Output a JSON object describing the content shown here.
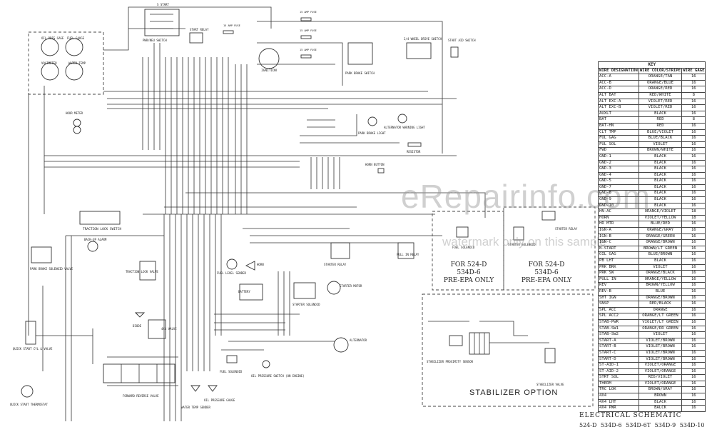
{
  "labels": {
    "start_wire": "S START",
    "fuel_gauge": "FUEL GAUGE",
    "oil_pressure": "OIL PRES GAGE",
    "volt_meter": "VOLTMETER",
    "water_temp": "WATER TEMP",
    "hour_meter": "HOUR METER",
    "start_relay": "START RELAY",
    "pwr_switch": "PWR/NEU SWITCH",
    "fuse_15a_1": "15 AMP FUSE",
    "fuse_15a_2": "15 AMP FUSE",
    "fuse_15a_3": "15 AMP FUSE",
    "fuse_15a_4": "15 AMP FUSE",
    "ignition": "IGNITION",
    "park_brake_switch": "PARK BRAKE SWITCH",
    "four_wd_switch": "2/4 WHEEL DRIVE SWITCH",
    "start_aid_switch": "START AID SWITCH",
    "park_brake_light": "PARK BRAKE LIGHT",
    "alt_warning": "ALTERNATOR WARNING LIGHT",
    "resistor": "RESISTOR",
    "horn_button": "HORN BUTTON",
    "traction_lock_switch": "TRACTION LOCK SWITCH",
    "park_brake_valve": "PARK BRAKE SOLENOID VALVE",
    "backup_alarm": "BACK-UP ALARM",
    "traction_lock_valve": "TRACTION LOCK VALVE",
    "fuel_level": "FUEL LEVEL SENDER",
    "horn": "HORN",
    "starter_relay": "STARTER RELAY",
    "pull_in_relay": "PULL IN RELAY",
    "battery": "BATTERY",
    "starter_solenoid": "STARTER SOLENOID",
    "starter_motor": "STARTER MOTOR",
    "alternator": "ALTERNATOR",
    "fuel_solenoid": "FUEL SOLENOID",
    "oil_pressure_switch": "OIL PRESSURE SWITCH (ON ENGINE)",
    "water_temp_sender": "WATER TEMP SENDER",
    "oil_pressure_gauge": "OIL PRESSURE GAUGE",
    "forward_reverse_valve": "FORWARD REVERSE VALVE",
    "quick_start_valve": "QUICK START CYL & VALVE",
    "quick_start_thermostat": "QUICK START THERMOSTAT",
    "four_wd_valve": "4X4 VALVE",
    "diode": "DIODE",
    "stabilizer_sensor": "STABILIZER PROXIMITY SENSOR",
    "stabilizer_valve": "STABILIZER VALVE",
    "fuel_solenoid_epa": "FUEL SOLENOID",
    "starter_solenoid_epa": "STARTER SOLENOID",
    "starter_relay_epa": "STARTER RELAY"
  },
  "options": {
    "epa1": [
      "FOR 524-D",
      "534D-6",
      "PRE-EPA ONLY"
    ],
    "epa2": [
      "FOR 524-D",
      "534D-6",
      "PRE-EPA ONLY"
    ],
    "stabilizer": "STABILIZER OPTION"
  },
  "watermark": {
    "main": "eRepairinfo.com",
    "sub": "watermark only on this sample"
  },
  "title": "ELECTRICAL SCHEMATIC",
  "models": "524-D 534D-6 534D-6T 534D-9 534D-10",
  "key": {
    "title": "KEY",
    "headers": [
      "WIRE DESIGNATION",
      "WIRE COLOR/STRIPE",
      "WIRE GAGE"
    ],
    "rows": [
      [
        "ACC-A",
        "ORANGE/TAN",
        "16"
      ],
      [
        "ACC-B",
        "ORANGE/BLUE",
        "16"
      ],
      [
        "ACC-D",
        "ORANGE/RED",
        "16"
      ],
      [
        "ALT BAT",
        "RED/WHITE",
        "8"
      ],
      [
        "ALT EXC-A",
        "VIOLET/RED",
        "16"
      ],
      [
        "ALT EXC-B",
        "VIOLET/RED",
        "16"
      ],
      [
        "AUXLT",
        "BLACK",
        "16"
      ],
      [
        "BAT",
        "RED",
        "8"
      ],
      [
        "BAT-HN",
        "RED",
        "16"
      ],
      [
        "CLT TMP",
        "BLUE/VIOLET",
        "16"
      ],
      [
        "FUL GAG",
        "BLUE/BLACK",
        "16"
      ],
      [
        "FUL SOL",
        "VIOLET",
        "16"
      ],
      [
        "FWD",
        "BROWN/WHITE",
        "16"
      ],
      [
        "GND-1",
        "BLACK",
        "16"
      ],
      [
        "GND-2",
        "BLACK",
        "16"
      ],
      [
        "GND-3",
        "BLACK",
        "16"
      ],
      [
        "GND-4",
        "BLACK",
        "16"
      ],
      [
        "GND-5",
        "BLACK",
        "16"
      ],
      [
        "GND-7",
        "BLACK",
        "16"
      ],
      [
        "GND-8",
        "BLACK",
        "16"
      ],
      [
        "GND-9",
        "BLACK",
        "16"
      ],
      [
        "GND-10",
        "BLACK",
        "16"
      ],
      [
        "HN-AC",
        "ORANGE/VIOLET",
        "18"
      ],
      [
        "HORN",
        "VIOLET/YELLOW",
        "18"
      ],
      [
        "HR MTR",
        "BLUE/RED",
        "16"
      ],
      [
        "IGN-A",
        "ORANGE/GRAY",
        "16"
      ],
      [
        "IGN-B",
        "ORANGE/GREEN",
        "16"
      ],
      [
        "IGN-C",
        "ORANGE/BROWN",
        "16"
      ],
      [
        "N-START",
        "BROWN/LT GREEN",
        "16"
      ],
      [
        "OIL GAG",
        "BLUE/BROWN",
        "16"
      ],
      [
        "PB LHT",
        "BLACK",
        "16"
      ],
      [
        "PRK BRK",
        "VIOLET",
        "16"
      ],
      [
        "PRK SW",
        "ORANGE/BLACK",
        "16"
      ],
      [
        "PULL IN",
        "ORANGE/YELLOW",
        "16"
      ],
      [
        "REV",
        "BROWN/YELLOW",
        "16"
      ],
      [
        "REV-B",
        "BLUE",
        "16"
      ],
      [
        "SHT IGN",
        "ORANGE/BROWN",
        "16"
      ],
      [
        "SNSP",
        "RED/BLACK",
        "16"
      ],
      [
        "SPL ACC",
        "ORANGE",
        "16"
      ],
      [
        "SPL ACC2",
        "ORANGE/LT GREEN",
        "16"
      ],
      [
        "STAB-PWR",
        "VIOLET/LT GREEN",
        "16"
      ],
      [
        "STAB-SW1",
        "ORANGE/DR GREEN",
        "16"
      ],
      [
        "STAB-SW2",
        "VIOLET",
        "16"
      ],
      [
        "START-A",
        "VIOLET/BROWN",
        "16"
      ],
      [
        "START-B",
        "VIOLET/BROWN",
        "16"
      ],
      [
        "START-C",
        "VIOLET/BROWN",
        "16"
      ],
      [
        "START-D",
        "VIOLET/BROWN",
        "16"
      ],
      [
        "ST-AID-1",
        "VIOLET/ORANGE",
        "16"
      ],
      [
        "ST-AID-2",
        "VIOLET/ORANGE",
        "16"
      ],
      [
        "STRT SOL",
        "RED/VIOLET",
        "16"
      ],
      [
        "THERM",
        "VIOLET/ORANGE",
        "16"
      ],
      [
        "TRC LOK",
        "BROWN/GRAY",
        "16"
      ],
      [
        "4X4",
        "BROWN",
        "16"
      ],
      [
        "4X4 LHT",
        "BLACK",
        "16"
      ],
      [
        "4X4 PWR",
        "BALCK",
        "16"
      ]
    ]
  }
}
